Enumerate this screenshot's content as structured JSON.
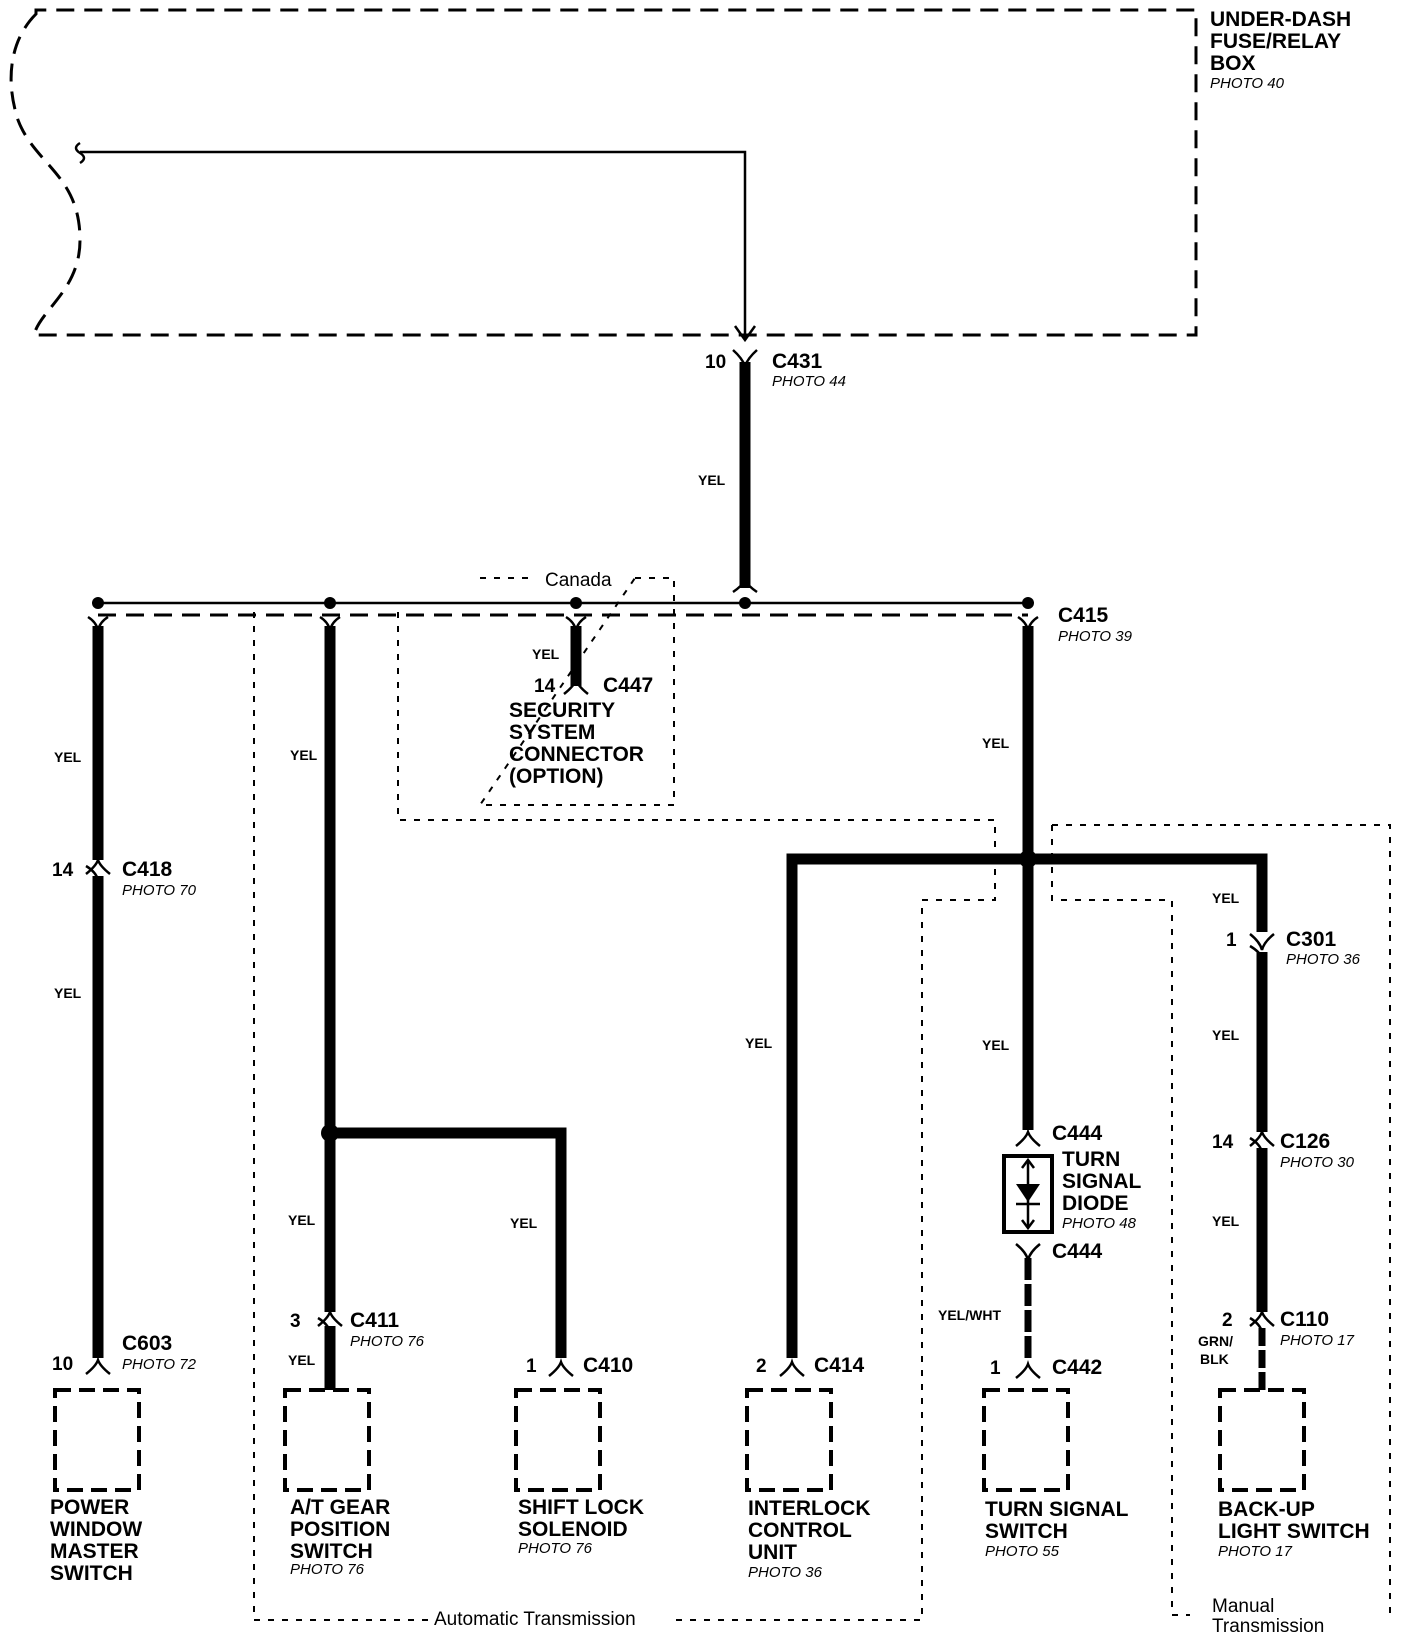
{
  "fuse_box": {
    "line1": "UNDER-DASH",
    "line2": "FUSE/RELAY",
    "line3": "BOX",
    "photo": "PHOTO 40"
  },
  "connectors": {
    "c431": {
      "name": "C431",
      "pin": "10",
      "photo": "PHOTO 44"
    },
    "c415": {
      "name": "C415",
      "photo": "PHOTO 39"
    },
    "c447": {
      "name": "C447",
      "pin": "14"
    },
    "c418": {
      "name": "C418",
      "pin": "14",
      "photo": "PHOTO 70"
    },
    "c603": {
      "name": "C603",
      "pin": "10",
      "photo": "PHOTO 72"
    },
    "c411": {
      "name": "C411",
      "pin": "3",
      "photo": "PHOTO 76"
    },
    "c410": {
      "name": "C410",
      "pin": "1"
    },
    "c414": {
      "name": "C414",
      "pin": "2"
    },
    "c444a": {
      "name": "C444"
    },
    "c444b": {
      "name": "C444"
    },
    "c442": {
      "name": "C442",
      "pin": "1"
    },
    "c301": {
      "name": "C301",
      "pin": "1",
      "photo": "PHOTO 36"
    },
    "c126": {
      "name": "C126",
      "pin": "14",
      "photo": "PHOTO 30"
    },
    "c110": {
      "name": "C110",
      "pin": "2",
      "photo": "PHOTO 17"
    }
  },
  "wires": {
    "yel": "YEL",
    "yel_wht": "YEL/WHT",
    "grn": "GRN/",
    "blk": "BLK"
  },
  "regions": {
    "canada": "Canada",
    "auto": "Automatic Transmission",
    "manual_1": "Manual",
    "manual_2": "Transmission"
  },
  "security": {
    "line1": "SECURITY",
    "line2": "SYSTEM",
    "line3": "CONNECTOR",
    "line4": "(OPTION)"
  },
  "diode": {
    "line1": "TURN",
    "line2": "SIGNAL",
    "line3": "DIODE",
    "photo": "PHOTO 48"
  },
  "components": {
    "power_window": {
      "line1": "POWER",
      "line2": "WINDOW",
      "line3": "MASTER",
      "line4": "SWITCH"
    },
    "at_gear": {
      "line1": "A/T GEAR",
      "line2": "POSITION",
      "line3": "SWITCH",
      "photo": "PHOTO 76"
    },
    "shift_lock": {
      "line1": "SHIFT LOCK",
      "line2": "SOLENOID",
      "photo": "PHOTO 76"
    },
    "interlock": {
      "line1": "INTERLOCK",
      "line2": "CONTROL",
      "line3": "UNIT",
      "photo": "PHOTO 36"
    },
    "turn_signal": {
      "line1": "TURN SIGNAL",
      "line2": "SWITCH",
      "photo": "PHOTO 55"
    },
    "backup": {
      "line1": "BACK-UP",
      "line2": "LIGHT SWITCH",
      "photo": "PHOTO 17"
    }
  }
}
